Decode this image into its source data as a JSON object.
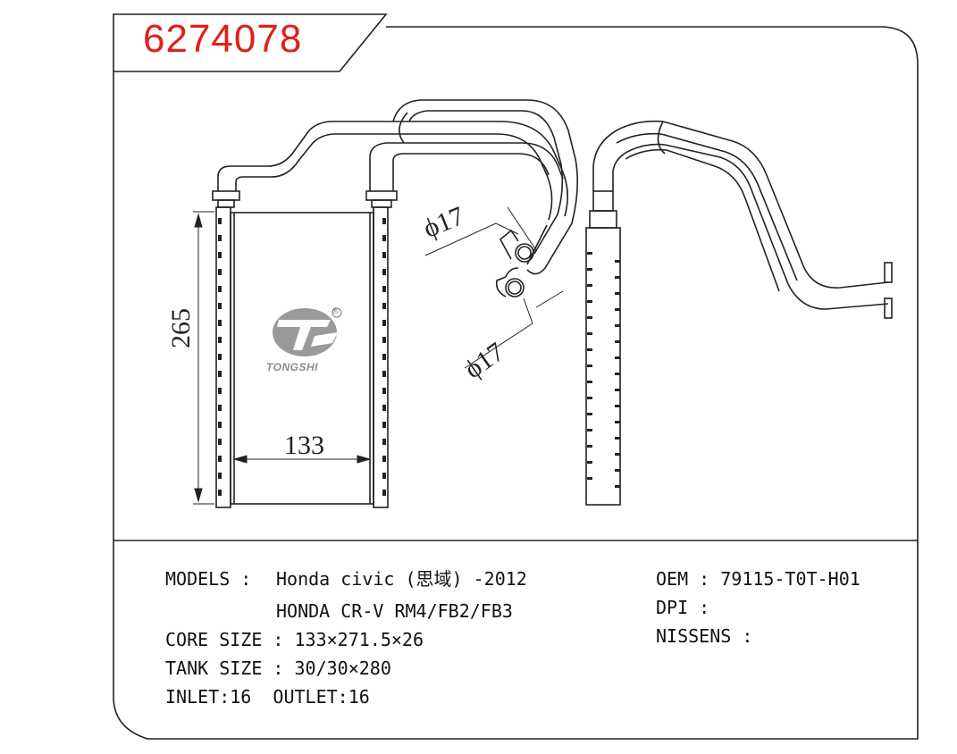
{
  "part_number": "6274078",
  "dimensions": {
    "height": "265",
    "width": "133",
    "pipe_diameter_1": "ϕ17",
    "pipe_diameter_2": "ϕ17"
  },
  "logo": {
    "brand": "TONGSHI",
    "registered_mark": "®"
  },
  "specs": {
    "models_label": "MODELS : ",
    "models_line_1": "Honda civic (思域) -2012",
    "models_line_2": "HONDA CR-V RM4/FB2/FB3",
    "core_size": "CORE SIZE : 133×271.5×26",
    "tank_size": "TANK SIZE : 30/30×280",
    "inlet_outlet": "INLET:16  OUTLET:16",
    "oem": "OEM : 79115-T0T-H01",
    "dpi": "DPI :",
    "nissens": "NISSENS :"
  },
  "colors": {
    "part_number": "#e0201a",
    "line": "#222222",
    "logo": "#8a8a8a"
  }
}
